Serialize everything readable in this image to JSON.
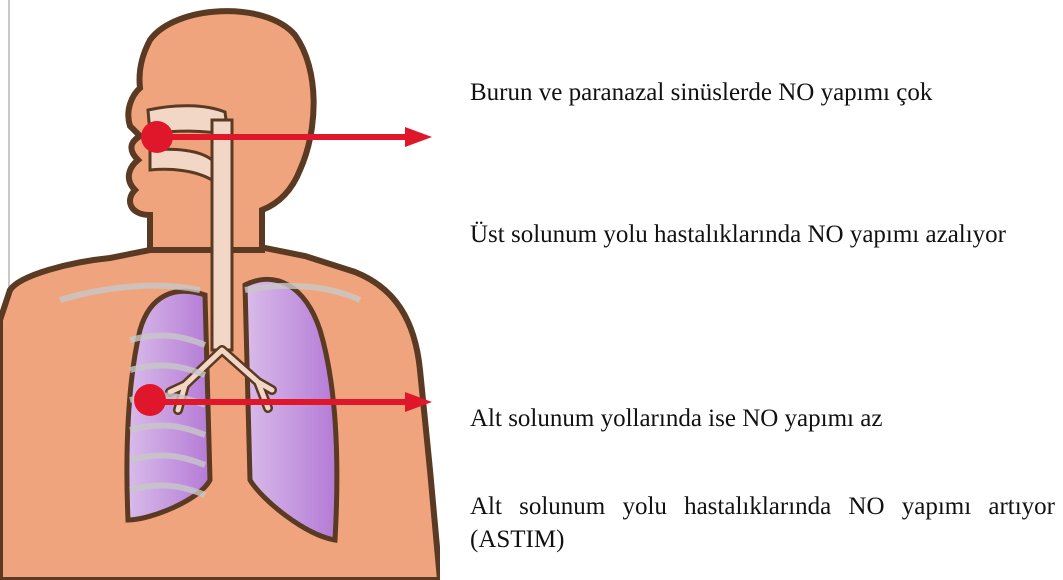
{
  "colors": {
    "skin": "#f0a47e",
    "skin_light": "#f6c8a8",
    "outline": "#5a3a22",
    "airway": "#f3d7c6",
    "lung_light": "#d7b4ea",
    "lung_dark": "#b57ad8",
    "pointer": "#e0172b",
    "text": "#111111"
  },
  "notes": {
    "nose_production": "Burun ve paranazal sinüslerde NO yapımı çok",
    "upper_disease": "Üst solunum yolu hastalıklarında NO yapımı azalıyor",
    "lower_production": "Alt solunum yollarında ise NO yapımı az",
    "lower_disease": "Alt solunum yolu hastalıklarında NO yapımı artıyor (ASTIM)"
  }
}
